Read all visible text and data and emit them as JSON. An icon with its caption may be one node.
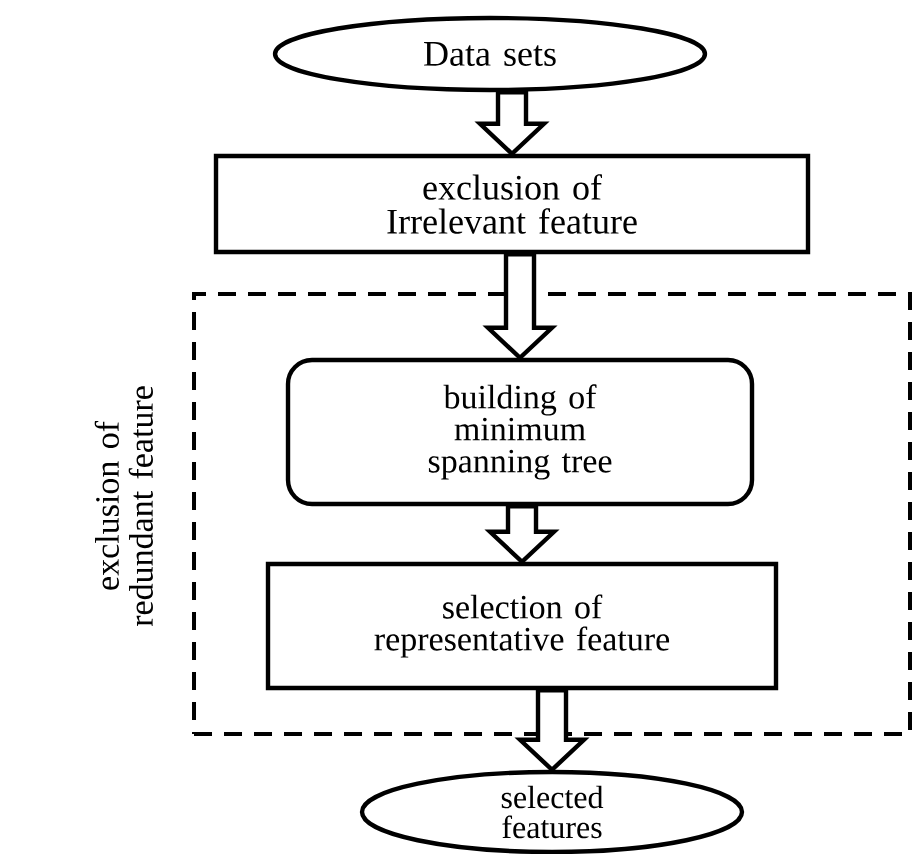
{
  "diagram": {
    "nodes": [
      {
        "text": [
          "Data sets"
        ]
      },
      {
        "text": [
          "exclusion of Irrelevant feature"
        ]
      },
      {
        "text": [
          "exclusion of redundant feature"
        ]
      },
      {
        "text": [
          "building of minimum spanning tree"
        ],
        "in": 2
      },
      {
        "text": [
          "selection of representative feature"
        ],
        "in": 2
      },
      {
        "text": [
          "selected features"
        ]
      }
    ],
    "edges": [
      {
        "from": 0,
        "to": 1,
        "arrow": "to"
      },
      {
        "from": 1,
        "to": 3,
        "arrow": "to"
      },
      {
        "from": 3,
        "to": 4,
        "arrow": "to"
      },
      {
        "from": 4,
        "to": 5,
        "arrow": "to"
      }
    ]
  }
}
